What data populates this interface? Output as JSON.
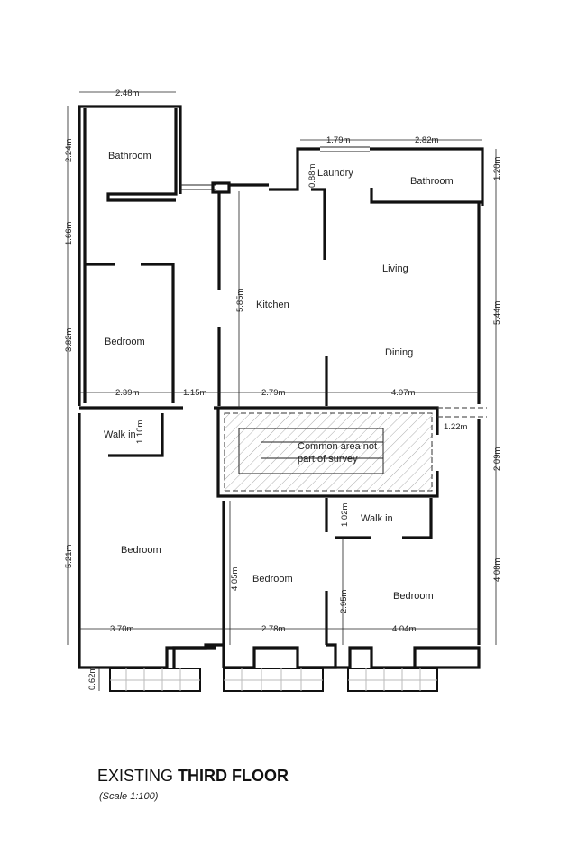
{
  "rooms": {
    "bathroom_left": "Bathroom",
    "laundry": "Laundry",
    "bathroom_right": "Bathroom",
    "living": "Living",
    "kitchen": "Kitchen",
    "bedroom_left": "Bedroom",
    "dining": "Dining",
    "walkin_left": "Walk in",
    "common_area_1": "Common area not",
    "common_area_2": "part of survey",
    "walkin_right": "Walk in",
    "bedroom_bottom_left": "Bedroom",
    "bedroom_bottom_mid": "Bedroom",
    "bedroom_bottom_right": "Bedroom"
  },
  "dimensions": {
    "top_left": "2.48m",
    "top_laundry": "1.79m",
    "top_bathroom": "2.82m",
    "left_bathroom": "2.24m",
    "left_corridor": "1.66m",
    "left_bedroom": "3.82m",
    "left_bottom_bedroom": "5.21m",
    "left_balcony": "0.62m",
    "laundry_v": "0.88m",
    "right_bathroom": "1.20m",
    "right_living": "5.44m",
    "right_stair": "2.09m",
    "right_bedroom": "4.08m",
    "kitchen_v": "5.85m",
    "mid_bedroom_w": "2.39m",
    "mid_corridor_w": "1.15m",
    "mid_kitchen_w": "2.79m",
    "mid_dining_w": "4.07m",
    "stair_gap": "1.22m",
    "walkin_left_v": "1.10m",
    "walkin_right_v": "1.02m",
    "bed_mid_v": "4.05m",
    "bed_right_v": "2.95m",
    "bottom_left_w": "3.70m",
    "bottom_mid_w": "2.78m",
    "bottom_right_w": "4.04m"
  },
  "title": {
    "prefix": "EXISTING",
    "bold": "THIRD FLOOR",
    "scale": "(Scale 1:100)"
  }
}
